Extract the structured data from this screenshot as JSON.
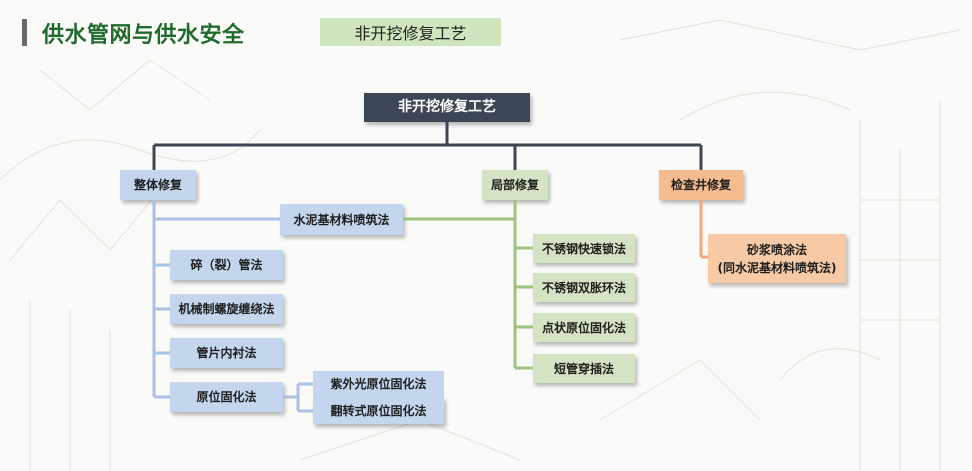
{
  "header": {
    "title": "供水管网与供水安全",
    "subtitle": "非开挖修复工艺"
  },
  "diagram": {
    "root": "非开挖修复工艺",
    "categories": {
      "whole": "整体修复",
      "local": "局部修复",
      "manhole": "检查井修复"
    },
    "whole_methods": {
      "cement_spray": "水泥基材料喷筑法",
      "pipe_burst": "碎（裂）管法",
      "spiral_wound": "机械制螺旋缠绕法",
      "segment_lining": "管片内衬法",
      "cured_in_place": "原位固化法"
    },
    "cured_in_place_sub": {
      "uv": "紫外光原位固化法",
      "inversion": "翻转式原位固化法"
    },
    "local_methods": {
      "quick_lock": "不锈钢快速锁法",
      "double_ring": "不锈钢双胀环法",
      "spot_cip": "点状原位固化法",
      "short_pipe": "短管穿插法"
    },
    "manhole_methods": {
      "mortar_line1": "砂浆喷涂法",
      "mortar_line2": "(同水泥基材料喷筑法)"
    }
  }
}
